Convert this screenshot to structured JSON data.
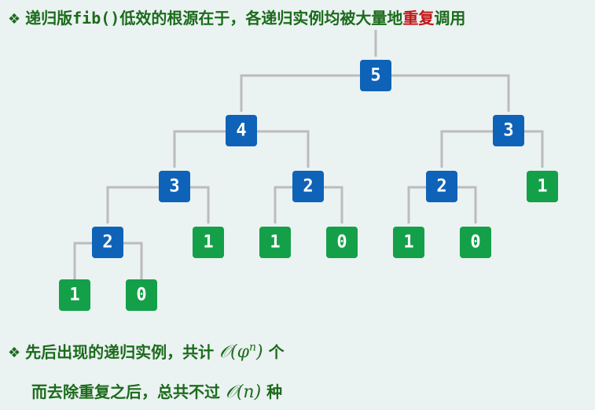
{
  "header": {
    "bullet": "❖",
    "pre": "递归版",
    "code": "fib()",
    "mid": "低效的根源在于，各递归实例均被大量地",
    "highlight": "重复",
    "post": "调用"
  },
  "tree": {
    "nodes": [
      {
        "id": "n0",
        "label": "5",
        "kind": "internal"
      },
      {
        "id": "n1",
        "label": "4",
        "kind": "internal"
      },
      {
        "id": "n2",
        "label": "3",
        "kind": "internal"
      },
      {
        "id": "n3",
        "label": "3",
        "kind": "internal"
      },
      {
        "id": "n4",
        "label": "2",
        "kind": "internal"
      },
      {
        "id": "n5",
        "label": "2",
        "kind": "internal"
      },
      {
        "id": "n6",
        "label": "2",
        "kind": "internal"
      },
      {
        "id": "n7",
        "label": "1",
        "kind": "leaf"
      },
      {
        "id": "n8",
        "label": "1",
        "kind": "leaf"
      },
      {
        "id": "n9",
        "label": "1",
        "kind": "leaf"
      },
      {
        "id": "n10",
        "label": "0",
        "kind": "leaf"
      },
      {
        "id": "n11",
        "label": "1",
        "kind": "leaf"
      },
      {
        "id": "n12",
        "label": "0",
        "kind": "leaf"
      },
      {
        "id": "n13",
        "label": "1",
        "kind": "leaf"
      },
      {
        "id": "n14",
        "label": "0",
        "kind": "leaf"
      }
    ]
  },
  "footer": {
    "bullet": "❖",
    "line1_pre": "先后出现的递归实例，共计",
    "line1_math_O": "𝒪(",
    "line1_math_phi": "φ",
    "line1_math_n": "n",
    "line1_math_close": ")",
    "line1_post": "个",
    "line2_pre": "而去除重复之后，总共不过",
    "line2_math": "𝒪(n)",
    "line2_post": "种"
  },
  "colors": {
    "internal": "#0e63b8",
    "leaf": "#13a048",
    "edge": "#bcbcbc",
    "text_green": "#1b6b1b",
    "highlight": "#c01818"
  }
}
